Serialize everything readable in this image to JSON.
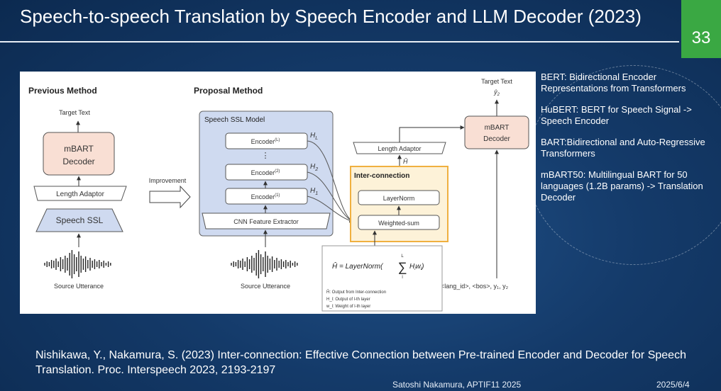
{
  "slide": {
    "title": "Speech-to-speech Translation by Speech Encoder and LLM Decoder (2023)",
    "page_number": "33",
    "citation": "Nishikawa, Y., Nakamura, S. (2023) Inter-connection: Effective Connection between Pre-trained Encoder and Decoder for Speech Translation. Proc. Interspeech 2023, 2193-2197",
    "footer_author": "Satoshi Nakamura, APTIF11 2025",
    "footer_date": "2025/6/4"
  },
  "notes": [
    "BERT: Bidirectional Encoder Representations from Transformers",
    "HuBERT: BERT for Speech Signal -> Speech Encoder",
    "BART:Bidirectional and Auto-Regressive Transformers",
    "mBART50: Multilingual BART for 50 languages (1.2B params) -> Translation Decoder"
  ],
  "diagram": {
    "previous": {
      "heading": "Previous Method",
      "target_text": "Target Text",
      "decoder_line1": "mBART",
      "decoder_line2": "Decoder",
      "length_adaptor": "Length Adaptor",
      "speech_ssl": "Speech SSL",
      "source": "Source Utterance"
    },
    "improvement": "Improvement",
    "proposal": {
      "heading": "Proposal Method",
      "ssl_model": "Speech SSL Model",
      "encoder_L": "Encoder",
      "encoder_L_sup": "(L)",
      "encoder_2": "Encoder",
      "encoder_2_sup": "(2)",
      "encoder_1": "Encoder",
      "encoder_1_sup": "(1)",
      "dots": "⋮",
      "cnn": "CNN Feature Extractor",
      "source": "Source Utterance",
      "h_L": "H",
      "h_L_sub": "L",
      "h_2": "H",
      "h_2_sub": "2",
      "h_1": "H",
      "h_1_sub": "1",
      "length_adaptor": "Length Adaptor",
      "h_hat": "Ĥ",
      "interconnection": "Inter-connection",
      "layernorm": "LayerNorm",
      "weighted_sum": "Weighted-sum",
      "target_text": "Target Text",
      "y_hat": "ŷ",
      "y_hat_sub": "2",
      "mbart_line1": "mBART",
      "mbart_line2": "Decoder",
      "decoder_inputs": "<lang_id>, <bos>, y₁, y₂",
      "formula_lhs": "Ĥ = LayerNorm(",
      "formula_sum": "∑",
      "formula_top": "L",
      "formula_bottom": "l",
      "formula_rhs": "H",
      "formula_rhs_sub": "l",
      "formula_w": "w",
      "formula_w_sub": "l",
      "formula_close": ")",
      "legend1": "Ĥ: Output from Inter-connection",
      "legend2": "H_l: Output of l-th layer",
      "legend3": "w_l: Weight of l-th layer"
    }
  },
  "colors": {
    "accent_green": "#3aa843",
    "decoder_fill": "#f9dfd4",
    "ssl_fill": "#cfdaf0",
    "interconnect_fill": "#fdf2d8",
    "interconnect_border": "#f0b040"
  }
}
